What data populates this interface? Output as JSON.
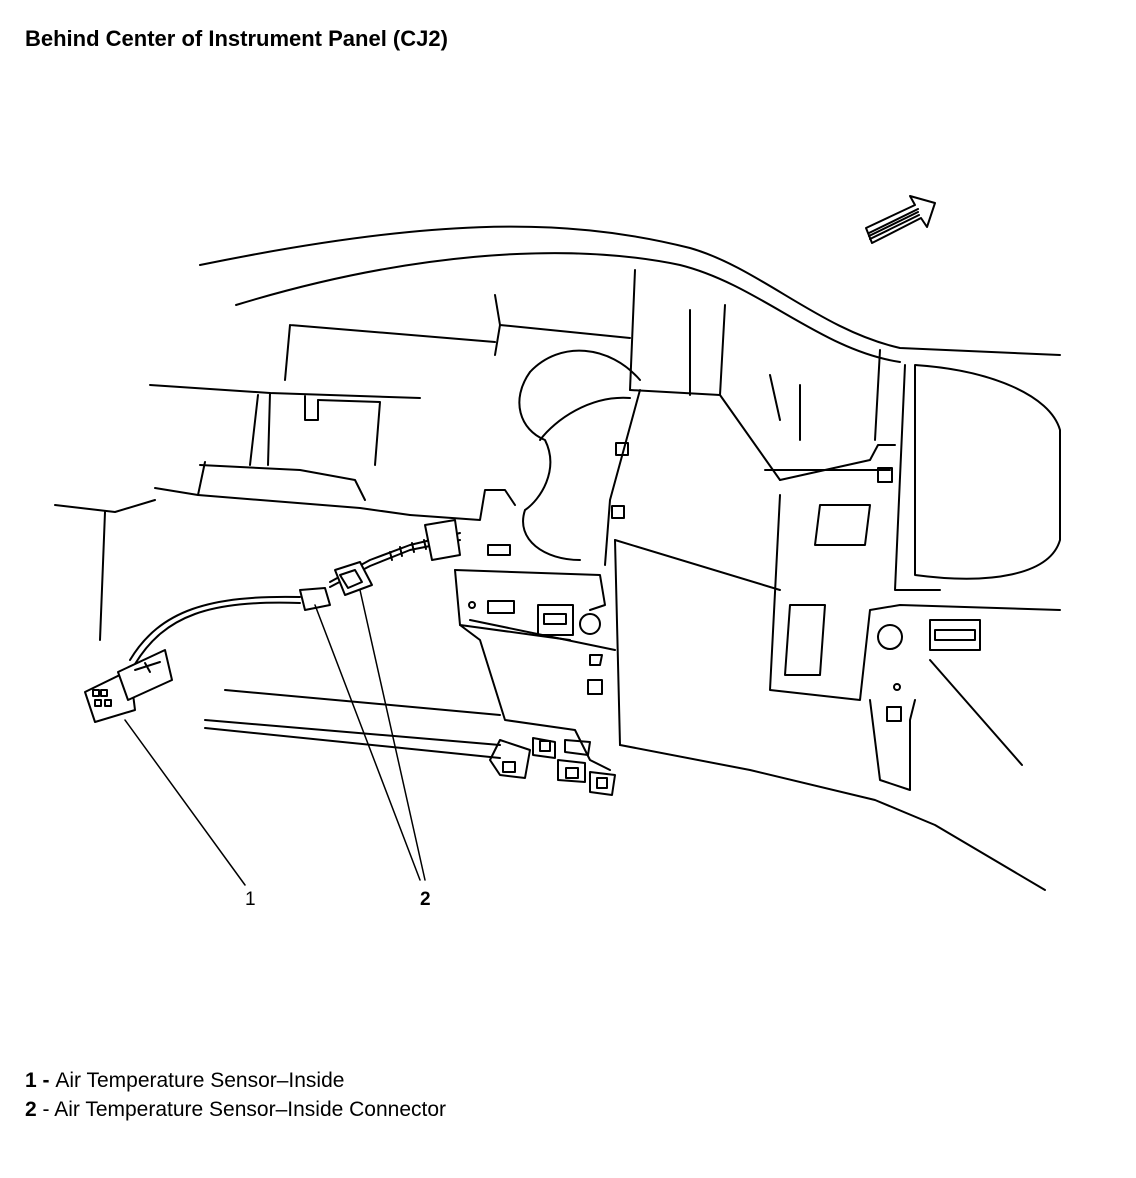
{
  "title": "Behind Center of Instrument Panel (CJ2)",
  "callouts": [
    {
      "num": "1"
    },
    {
      "num": "2"
    }
  ],
  "legend": [
    {
      "num": "1",
      "sep": " - ",
      "text": "Air Temperature Sensor–Inside"
    },
    {
      "num": "2",
      "sep": " - ",
      "text": "Air Temperature Sensor–Inside Connector"
    }
  ]
}
